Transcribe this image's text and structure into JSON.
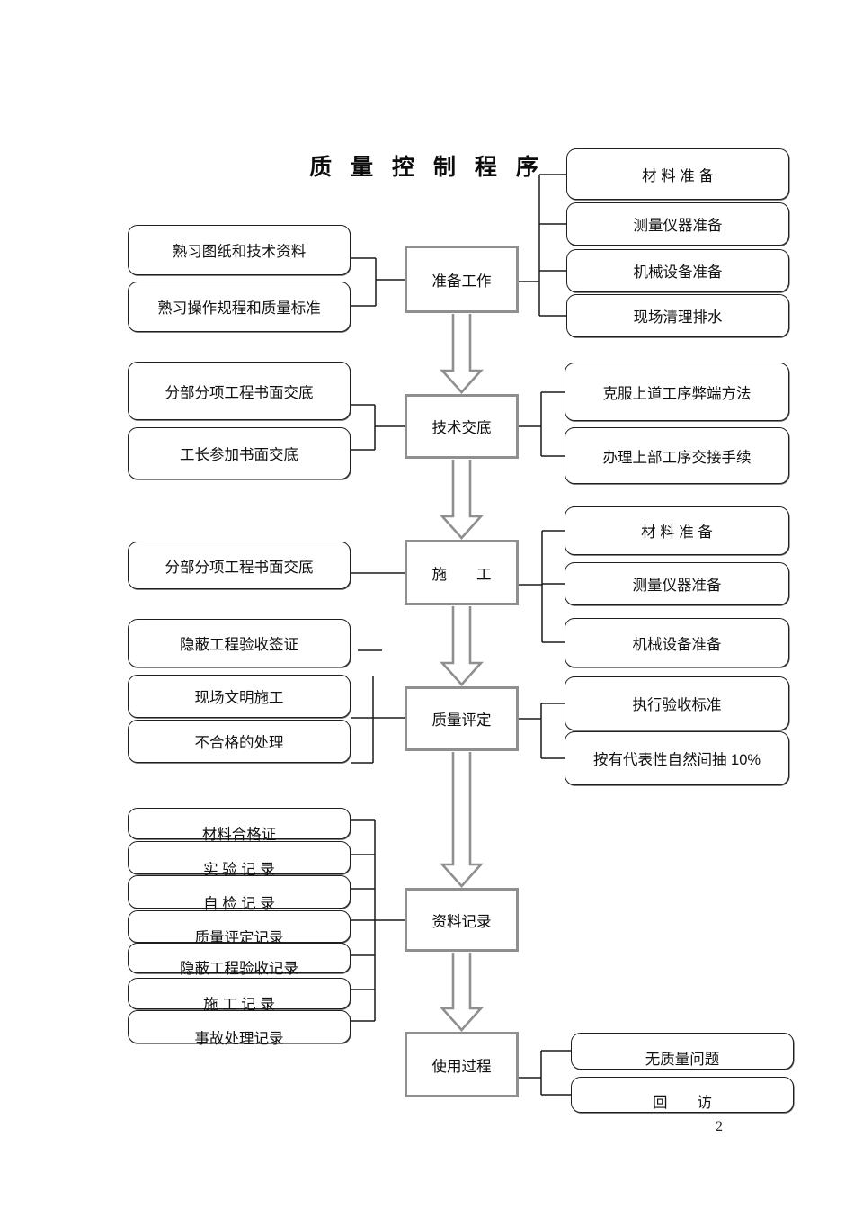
{
  "page": {
    "title": "质 量 控 制 程 序",
    "page_number": "2"
  },
  "center": [
    {
      "label": "准备工作"
    },
    {
      "label": "技术交底"
    },
    {
      "label": "施　　工"
    },
    {
      "label": "质量评定"
    },
    {
      "label": "资料记录"
    },
    {
      "label": "使用过程"
    }
  ],
  "left": [
    {
      "label": "熟习图纸和技术资料"
    },
    {
      "label": "熟习操作规程和质量标准"
    },
    {
      "label": "分部分项工程书面交底"
    },
    {
      "label": "工长参加书面交底"
    },
    {
      "label": "分部分项工程书面交底"
    },
    {
      "label": "隐蔽工程验收签证"
    },
    {
      "label": "现场文明施工"
    },
    {
      "label": "不合格的处理"
    },
    {
      "label": "材料合格证"
    },
    {
      "label": "实 验 记 录"
    },
    {
      "label": "自 检 记 录"
    },
    {
      "label": "质量评定记录"
    },
    {
      "label": "隐蔽工程验收记录"
    },
    {
      "label": "施 工 记 录"
    },
    {
      "label": "事故处理记录"
    }
  ],
  "right": [
    {
      "label": "材 料 准 备"
    },
    {
      "label": "测量仪器准备"
    },
    {
      "label": "机械设备准备"
    },
    {
      "label": "现场清理排水"
    },
    {
      "label": "克服上道工序弊端方法"
    },
    {
      "label": "办理上部工序交接手续"
    },
    {
      "label": "材 料 准 备"
    },
    {
      "label": "测量仪器准备"
    },
    {
      "label": "机械设备准备"
    },
    {
      "label": "执行验收标准"
    },
    {
      "label": "按有代表性自然间抽 10%"
    },
    {
      "label": "无质量问题"
    },
    {
      "label": "回　　访"
    }
  ],
  "colors": {
    "node_border": "#8f8f8f",
    "box_border": "#1f1f1f",
    "arrow_outline": "#8f8f8f"
  }
}
